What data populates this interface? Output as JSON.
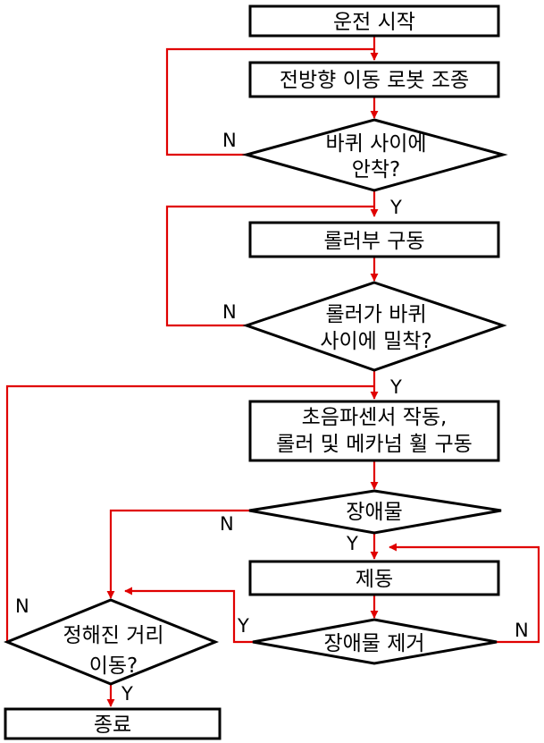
{
  "colors": {
    "arrow": "#e00000",
    "stroke": "#000000",
    "fill": "#ffffff"
  },
  "nodes": {
    "start": {
      "line1": "운전 시작"
    },
    "move": {
      "line1": "전방향 이동 로봇 조종"
    },
    "q_between": {
      "line1": "바퀴 사이에",
      "line2": "안착?"
    },
    "roller": {
      "line1": "롤러부 구동"
    },
    "q_roller": {
      "line1": "롤러가 바퀴",
      "line2": "사이에 밀착?"
    },
    "sensor": {
      "line1": "초음파센서 작동,",
      "line2": "롤러 및 메카넘 휠 구동"
    },
    "q_obstacle": {
      "line1": "장애물"
    },
    "brake": {
      "line1": "제동"
    },
    "q_remove": {
      "line1": "장애물 제거"
    },
    "q_distance": {
      "line1": "정해진 거리",
      "line2": "이동?"
    },
    "end": {
      "line1": "종료"
    }
  },
  "labels": {
    "n_between": "N",
    "y_between": "Y",
    "n_roller": "N",
    "y_roller": "Y",
    "n_obstacle": "N",
    "y_obstacle": "Y",
    "y_remove": "Y",
    "n_remove": "N",
    "n_distance": "N",
    "y_distance": "Y"
  }
}
